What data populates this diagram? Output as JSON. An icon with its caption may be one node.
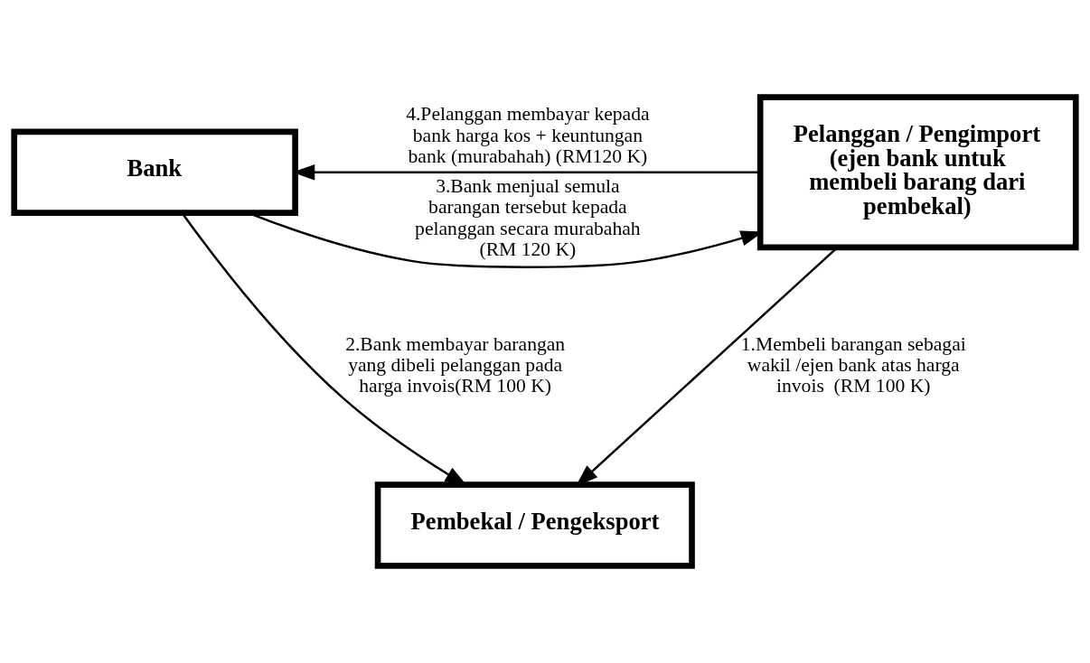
{
  "diagram": {
    "nodes": [
      {
        "text": [
          "Bank"
        ]
      },
      {
        "text": [
          "Pelanggan / Pengimport",
          "(ejen bank untuk membeli barang dari pembekal)"
        ]
      },
      {
        "text": [
          "Pembekal / Pengeksport"
        ]
      }
    ],
    "edges": [
      {
        "from": 0,
        "to": 1,
        "arrow": "to",
        "label": "3.Bank menjual semula barangan tersebut kepada pelanggan secara murabahah (RM 120 K)"
      },
      {
        "from": 1,
        "to": 0,
        "arrow": "to",
        "label": "4.Pelanggan membayar kepada bank harga kos + keuntungan bank (murabahah) (RM120 K)"
      },
      {
        "from": 0,
        "to": 2,
        "arrow": "to",
        "label": "2.Bank membayar barangan yang dibeli pelanggan pada harga invois(RM 100 K)"
      },
      {
        "from": 1,
        "to": 2,
        "arrow": "to",
        "label": "1.Membeli barangan sebagai wakil /ejen bank atas harga invois  (RM 100 K)"
      }
    ]
  }
}
